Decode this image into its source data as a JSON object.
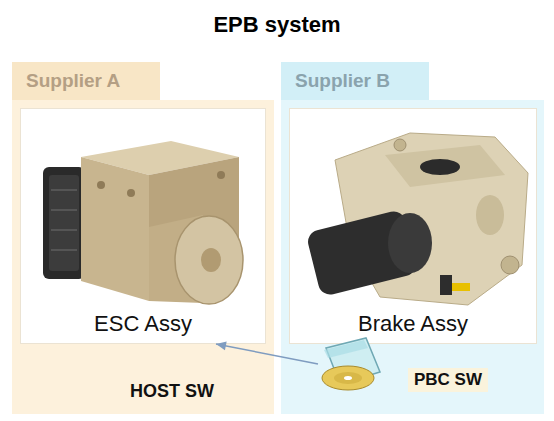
{
  "diagram": {
    "title": "EPB system",
    "nodes": [
      {
        "text": [
          "Supplier A"
        ]
      },
      {
        "text": [
          "ESC Assy"
        ],
        "in": 0
      },
      {
        "text": [
          "Supplier B"
        ]
      },
      {
        "text": [
          "Brake Assy"
        ],
        "in": 2
      },
      {
        "text": [
          "PBC SW"
        ],
        "in": 2
      }
    ],
    "edges": [
      {
        "from": 4,
        "to": 1,
        "arrow": "to"
      }
    ],
    "labels": [
      "HOST SW"
    ]
  }
}
